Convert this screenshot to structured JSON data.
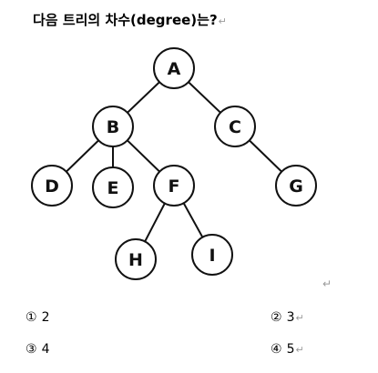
{
  "question": {
    "text": "다음 트리의 차수(degree)는?",
    "return_mark": "↵"
  },
  "tree": {
    "nodes": [
      "A",
      "B",
      "C",
      "D",
      "E",
      "F",
      "G",
      "H",
      "I"
    ],
    "edges": [
      [
        "A",
        "B"
      ],
      [
        "A",
        "C"
      ],
      [
        "B",
        "D"
      ],
      [
        "B",
        "E"
      ],
      [
        "B",
        "F"
      ],
      [
        "C",
        "G"
      ],
      [
        "F",
        "H"
      ],
      [
        "F",
        "I"
      ]
    ]
  },
  "blank_line_mark": "↵",
  "choices": [
    {
      "num": "①",
      "value": "2",
      "mark": ""
    },
    {
      "num": "②",
      "value": "3",
      "mark": "↵"
    },
    {
      "num": "③",
      "value": "4",
      "mark": ""
    },
    {
      "num": "④",
      "value": "5",
      "mark": "↵"
    }
  ]
}
